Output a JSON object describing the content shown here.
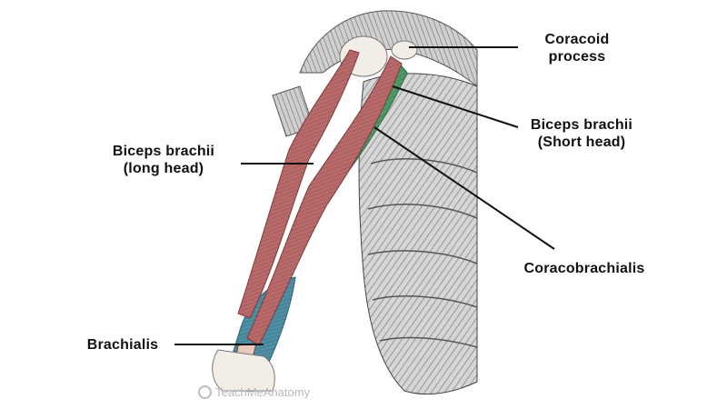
{
  "labels": {
    "coracoid_line1": "Coracoid",
    "coracoid_line2": "process",
    "short_head_line1": "Biceps brachii",
    "short_head_line2": "(Short head)",
    "long_head_line1": "Biceps brachii",
    "long_head_line2": "(long head)",
    "coracobrachialis": "Coracobrachialis",
    "brachialis": "Brachialis"
  },
  "watermark": "TeachMeAnatomy",
  "colors": {
    "biceps": "#b86a6a",
    "coracobrachialis": "#4f9a66",
    "brachialis": "#4f8fa6",
    "bone": "#f2ede6",
    "shading": "#8a8a8a"
  }
}
